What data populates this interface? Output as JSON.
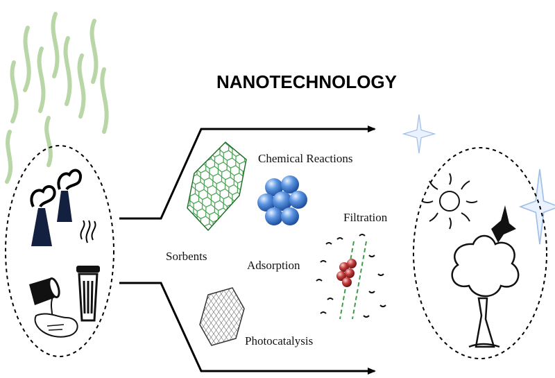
{
  "title": "NANOTECHNOLOGY",
  "labels": {
    "chemical_reactions": "Chemical Reactions",
    "filtration": "Filtration",
    "sorbents": "Sorbents",
    "adsorption": "Adsorption",
    "photocatalysis": "Photocatalysis"
  },
  "colors": {
    "fumes": "#b9d6a6",
    "sorbent_mesh": "#3e9e48",
    "nanoparticles": "#3a78d0",
    "filter_particle": "#b0292b",
    "filter_lines": "#3e9e48",
    "sparkle": "#9fbde6",
    "outline": "#000000"
  },
  "icons": {
    "pollution": [
      "factory-icon",
      "smoke-icon",
      "trash-can-icon",
      "spill-barrel-icon"
    ],
    "clean": [
      "sun-icon",
      "tree-icon",
      "bird-icon",
      "sparkle-icon"
    ]
  }
}
